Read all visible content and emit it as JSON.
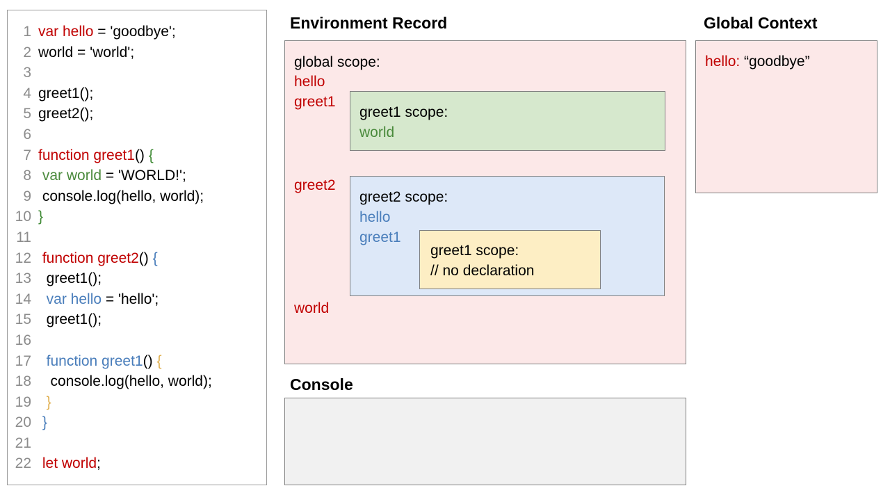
{
  "editor": {
    "name": "code-editor",
    "lines": [
      {
        "num": "1",
        "indent": 0,
        "tokens": [
          {
            "t": "var hello",
            "c": "red"
          },
          {
            "t": " = 'goodbye';",
            "c": "black"
          }
        ]
      },
      {
        "num": "2",
        "indent": 0,
        "tokens": [
          {
            "t": "world = 'world';",
            "c": "black"
          }
        ]
      },
      {
        "num": "3",
        "indent": 0,
        "tokens": []
      },
      {
        "num": "4",
        "indent": 0,
        "tokens": [
          {
            "t": "greet1();",
            "c": "black"
          }
        ]
      },
      {
        "num": "5",
        "indent": 0,
        "tokens": [
          {
            "t": "greet2();",
            "c": "black"
          }
        ]
      },
      {
        "num": "6",
        "indent": 0,
        "tokens": []
      },
      {
        "num": "7",
        "indent": 0,
        "tokens": [
          {
            "t": "function greet1",
            "c": "red"
          },
          {
            "t": "()",
            "c": "black"
          },
          {
            "t": " {",
            "c": "greenbrace"
          }
        ]
      },
      {
        "num": "8",
        "indent": 1,
        "tokens": [
          {
            "t": "var world",
            "c": "green"
          },
          {
            "t": " = 'WORLD!';",
            "c": "black"
          }
        ]
      },
      {
        "num": "9",
        "indent": 1,
        "tokens": [
          {
            "t": "console.log(hello, world);",
            "c": "black"
          }
        ]
      },
      {
        "num": "10",
        "indent": 0,
        "tokens": [
          {
            "t": "}",
            "c": "greenbrace"
          }
        ]
      },
      {
        "num": "11",
        "indent": 0,
        "tokens": []
      },
      {
        "num": "12",
        "indent": 1,
        "tokens": [
          {
            "t": "function greet2",
            "c": "red"
          },
          {
            "t": "()",
            "c": "black"
          },
          {
            "t": " {",
            "c": "bluebrace"
          }
        ]
      },
      {
        "num": "13",
        "indent": 2,
        "tokens": [
          {
            "t": "greet1();",
            "c": "black"
          }
        ]
      },
      {
        "num": "14",
        "indent": 2,
        "tokens": [
          {
            "t": "var hello",
            "c": "blue"
          },
          {
            "t": " = 'hello';",
            "c": "black"
          }
        ]
      },
      {
        "num": "15",
        "indent": 2,
        "tokens": [
          {
            "t": "greet1();",
            "c": "black"
          }
        ]
      },
      {
        "num": "16",
        "indent": 0,
        "tokens": []
      },
      {
        "num": "17",
        "indent": 2,
        "tokens": [
          {
            "t": "function greet1",
            "c": "blue"
          },
          {
            "t": "()",
            "c": "black"
          },
          {
            "t": " {",
            "c": "orange"
          }
        ]
      },
      {
        "num": "18",
        "indent": 3,
        "tokens": [
          {
            "t": "console.log(hello, world);",
            "c": "black"
          }
        ]
      },
      {
        "num": "19",
        "indent": 2,
        "tokens": [
          {
            "t": "}",
            "c": "orange"
          }
        ]
      },
      {
        "num": "20",
        "indent": 1,
        "tokens": [
          {
            "t": "}",
            "c": "bluebrace"
          }
        ]
      },
      {
        "num": "21",
        "indent": 0,
        "tokens": []
      },
      {
        "num": "22",
        "indent": 1,
        "tokens": [
          {
            "t": "let world",
            "c": "red"
          },
          {
            "t": ";",
            "c": "black"
          }
        ]
      }
    ]
  },
  "environment_record": {
    "title": "Environment Record",
    "global_scope": {
      "label": "global scope:",
      "bindings": [
        "hello",
        "greet1",
        "greet2",
        "world"
      ]
    },
    "greet1_scope": {
      "label": "greet1 scope:",
      "bindings": [
        "world"
      ]
    },
    "greet2_scope": {
      "label": "greet2 scope:",
      "bindings": [
        "hello",
        "greet1"
      ]
    },
    "greet1_inner_scope": {
      "label": "greet1 scope:",
      "bindings": [
        "// no declaration"
      ]
    }
  },
  "console": {
    "title": "Console",
    "output": ""
  },
  "global_context": {
    "title": "Global Context",
    "entry_key": "hello:",
    "entry_value": " “goodbye”"
  },
  "colors": {
    "pink_panel": "#fce8e8",
    "green_panel": "#d6e8cd",
    "blue_panel": "#dde8f8",
    "yellow_panel": "#fdeec4",
    "console_panel": "#f1f1f1",
    "border": "#808080",
    "keyword_red": "#c00000",
    "keyword_blue": "#4a7ebb",
    "keyword_green": "#4a8a3c",
    "keyword_orange": "#e0b050",
    "line_number": "#8c8c8c"
  }
}
